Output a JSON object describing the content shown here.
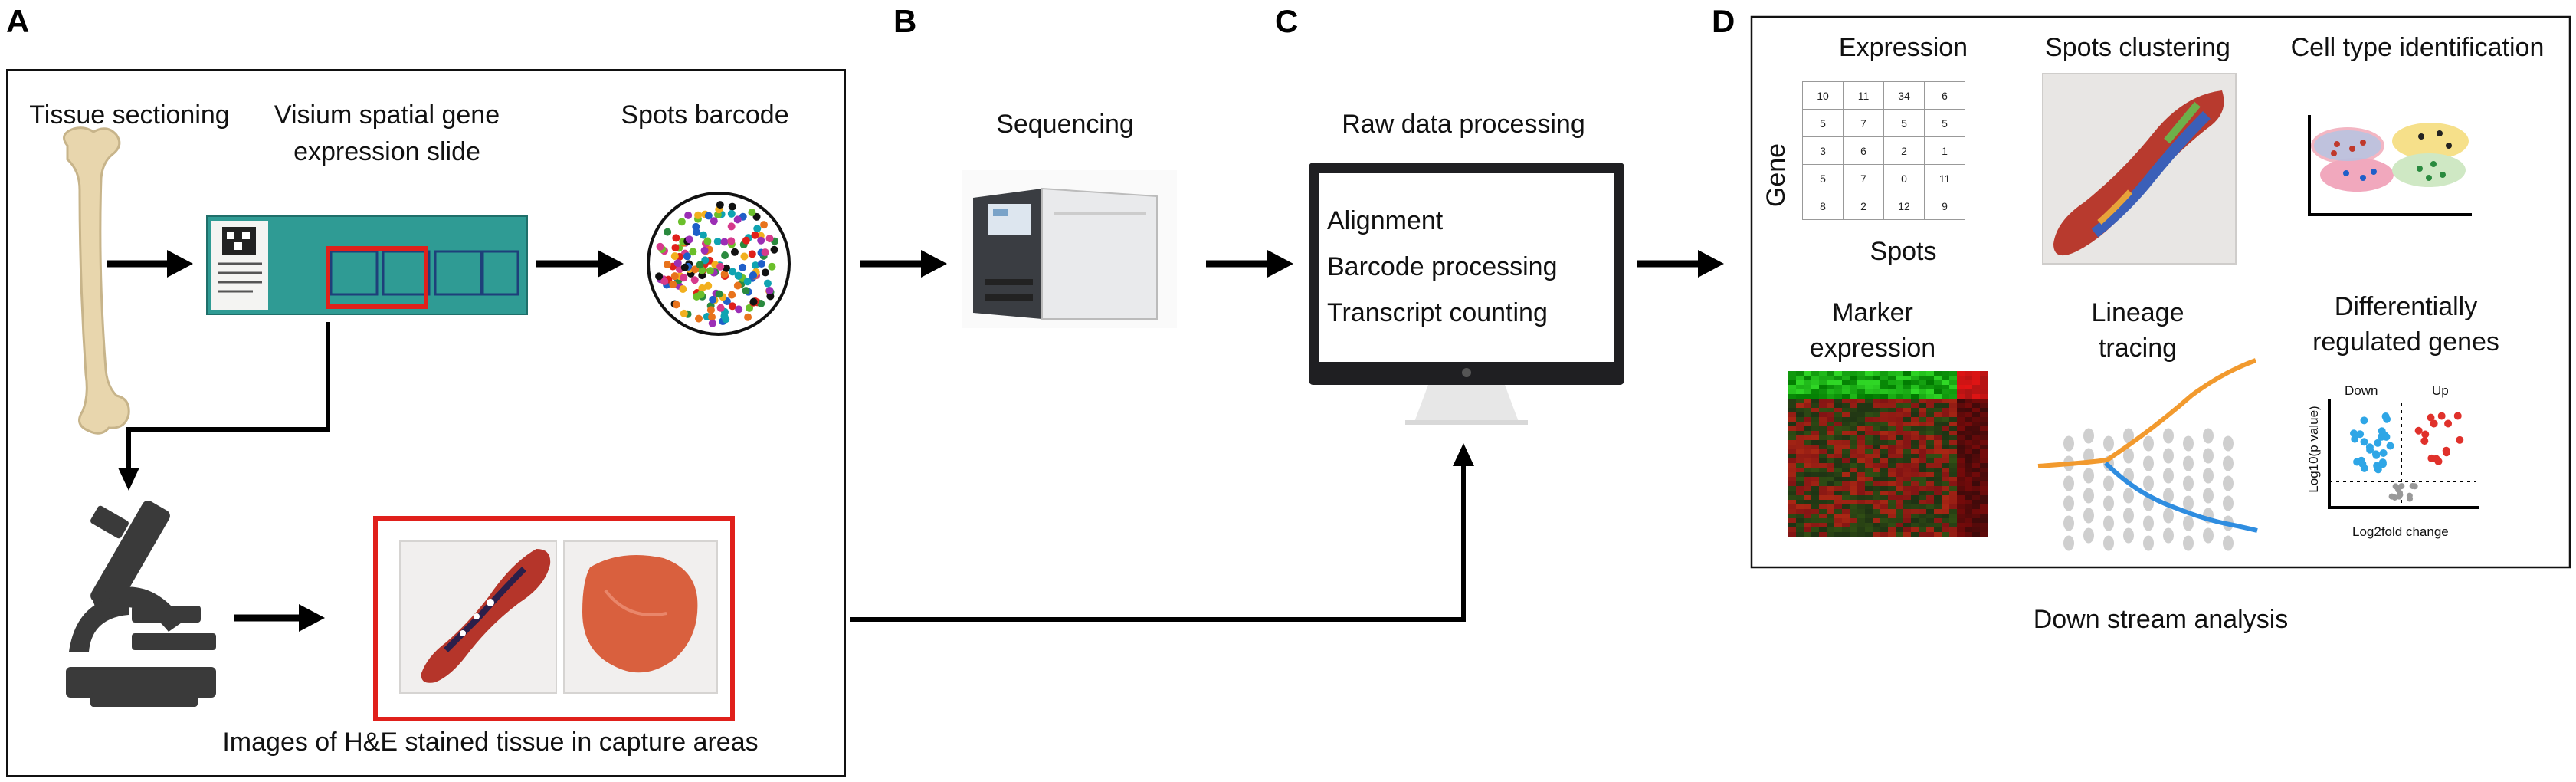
{
  "panels": {
    "a": {
      "letter": "A",
      "tissue_sectioning": "Tissue sectioning",
      "visium_slide_line1": "Visium spatial gene",
      "visium_slide_line2": "expression slide",
      "spots_barcode": "Spots barcode",
      "he_images": "Images of H&E stained tissue in capture areas"
    },
    "b": {
      "letter": "B",
      "sequencing": "Sequencing"
    },
    "c": {
      "letter": "C",
      "raw_data": "Raw data processing",
      "steps": [
        "Alignment",
        "Barcode processing",
        "Transcript counting"
      ]
    },
    "d": {
      "letter": "D",
      "expression": "Expression",
      "gene_axis": "Gene",
      "spots_axis": "Spots",
      "matrix": [
        [
          "10",
          "11",
          "34",
          "6"
        ],
        [
          "5",
          "7",
          "5",
          "5"
        ],
        [
          "3",
          "6",
          "2",
          "1"
        ],
        [
          "5",
          "7",
          "0",
          "11"
        ],
        [
          "8",
          "2",
          "12",
          "9"
        ]
      ],
      "spots_clustering": "Spots clustering",
      "cell_type": "Cell type identification",
      "marker_line1": "Marker",
      "marker_line2": "expression",
      "lineage_line1": "Lineage",
      "lineage_line2": "tracing",
      "diff_line1": "Differentially",
      "diff_line2": "regulated genes",
      "volcano_down": "Down",
      "volcano_up": "Up",
      "volcano_y": "Log10(p value)",
      "volcano_x": "Log2fold change",
      "downstream": "Down stream analysis"
    }
  },
  "colors": {
    "arrow": "#000000",
    "red_frame": "#e0201b",
    "slide_teal": "#2f9b94",
    "bone": "#e8d6ad",
    "microscope": "#3a3a3a"
  }
}
